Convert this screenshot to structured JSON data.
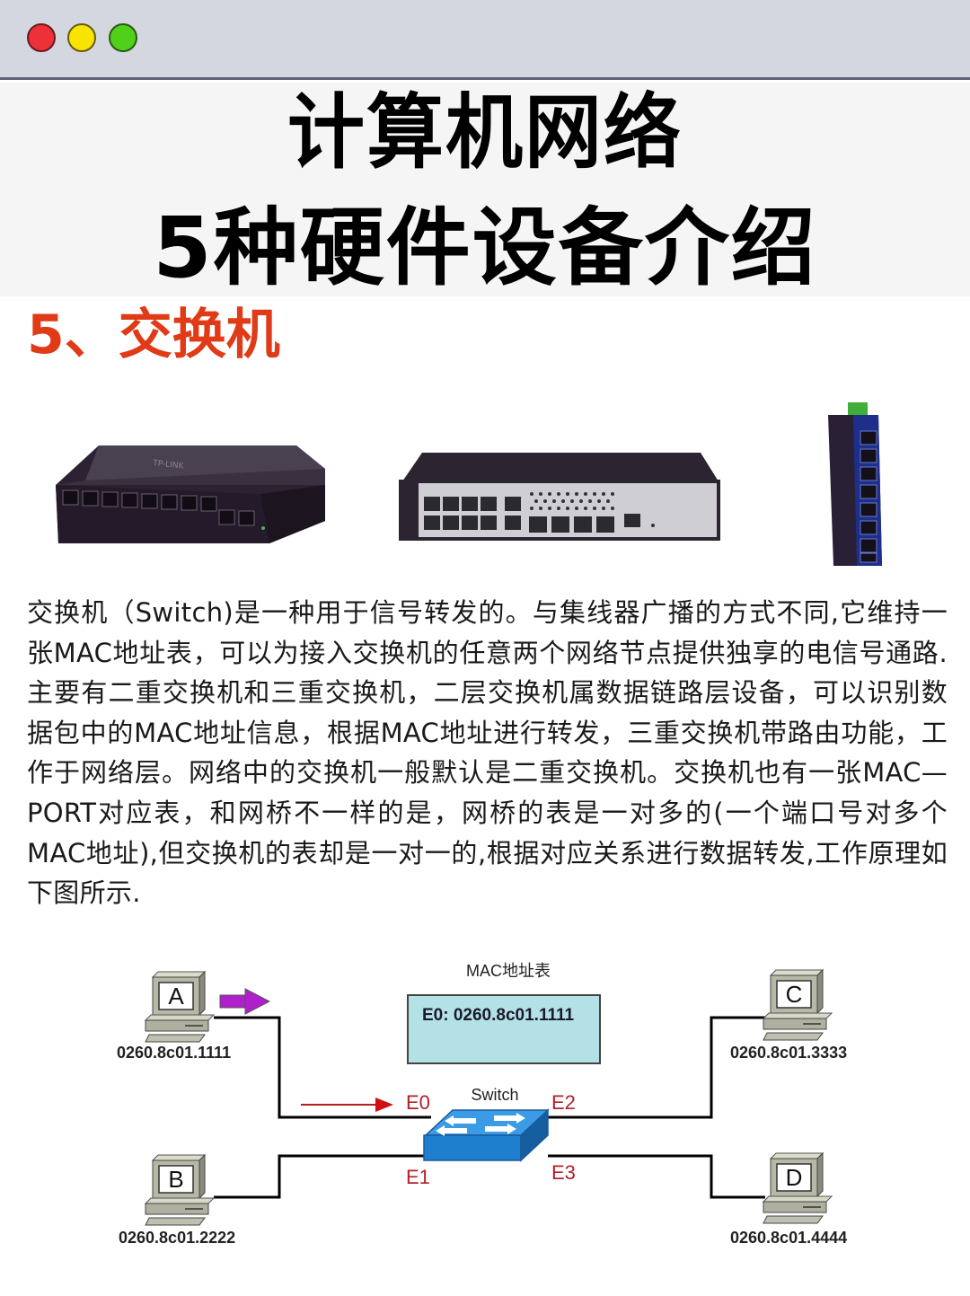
{
  "window": {
    "controls": [
      {
        "name": "close",
        "color": "#ec3138"
      },
      {
        "name": "minimize",
        "color": "#f8e400"
      },
      {
        "name": "maximize",
        "color": "#4fd01a"
      }
    ]
  },
  "header": {
    "title_line1": "计算机网络",
    "title_line2": "5种硬件设备介绍"
  },
  "section": {
    "heading": "5、交换机",
    "heading_color": "#e03a16"
  },
  "photos": [
    {
      "name": "desktop-switch-photo",
      "brand_text": "TP-LINK"
    },
    {
      "name": "rack-switch-photo"
    },
    {
      "name": "industrial-din-switch-photo"
    }
  ],
  "body": {
    "paragraph": "交换机（Switch)是一种用于信号转发的。与集线器广播的方式不同,它维持一张MAC地址表，可以为接入交换机的任意两个网络节点提供独享的电信号通路.主要有二重交换机和三重交换机，二层交换机属数据链路层设备，可以识别数据包中的MAC地址信息，根据MAC地址进行转发，三重交换机带路由功能，工作于网络层。网络中的交换机一般默认是二重交换机。交换机也有一张MAC—PORT对应表，和网桥不一样的是，网桥的表是一对多的(一个端口号对多个MAC地址),但交换机的表却是一对一的,根据对应关系进行数据转发,工作原理如下图所示."
  },
  "diagram": {
    "mac_table_title": "MAC地址表",
    "mac_table_entries": [
      "E0: 0260.8c01.1111"
    ],
    "switch_label": "Switch",
    "ports": [
      "E0",
      "E1",
      "E2",
      "E3"
    ],
    "hosts": [
      {
        "letter": "A",
        "mac": "0260.8c01.1111",
        "port": "E0"
      },
      {
        "letter": "B",
        "mac": "0260.8c01.2222",
        "port": "E1"
      },
      {
        "letter": "C",
        "mac": "0260.8c01.3333",
        "port": "E2"
      },
      {
        "letter": "D",
        "mac": "0260.8c01.4444",
        "port": "E3"
      }
    ],
    "colors": {
      "port_label": "#b0202a",
      "switch": "#1f7fcf",
      "mac_table_bg": "#b4e1e6",
      "arrow_purple": "#b01fcc",
      "arrow_red": "#d01010"
    }
  }
}
